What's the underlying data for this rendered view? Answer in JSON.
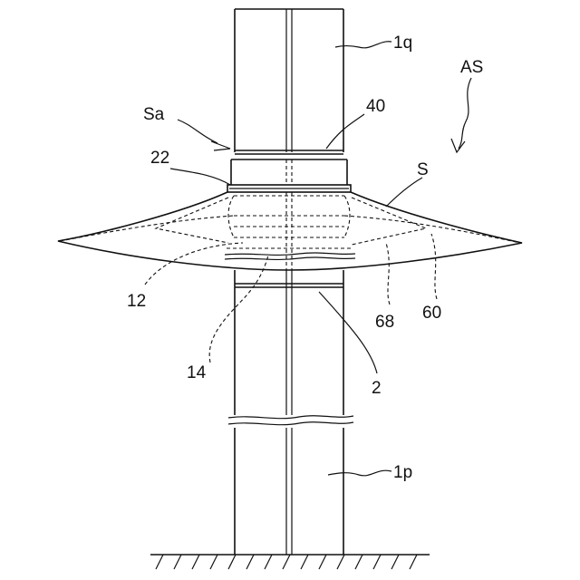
{
  "figure": {
    "labels": {
      "as": "AS",
      "sa": "Sa",
      "s": "S",
      "l22": "22",
      "l40": "40",
      "l1q": "1q",
      "l12": "12",
      "l14": "14",
      "l68": "68",
      "l60": "60",
      "l2": "2",
      "l1p": "1p"
    }
  }
}
